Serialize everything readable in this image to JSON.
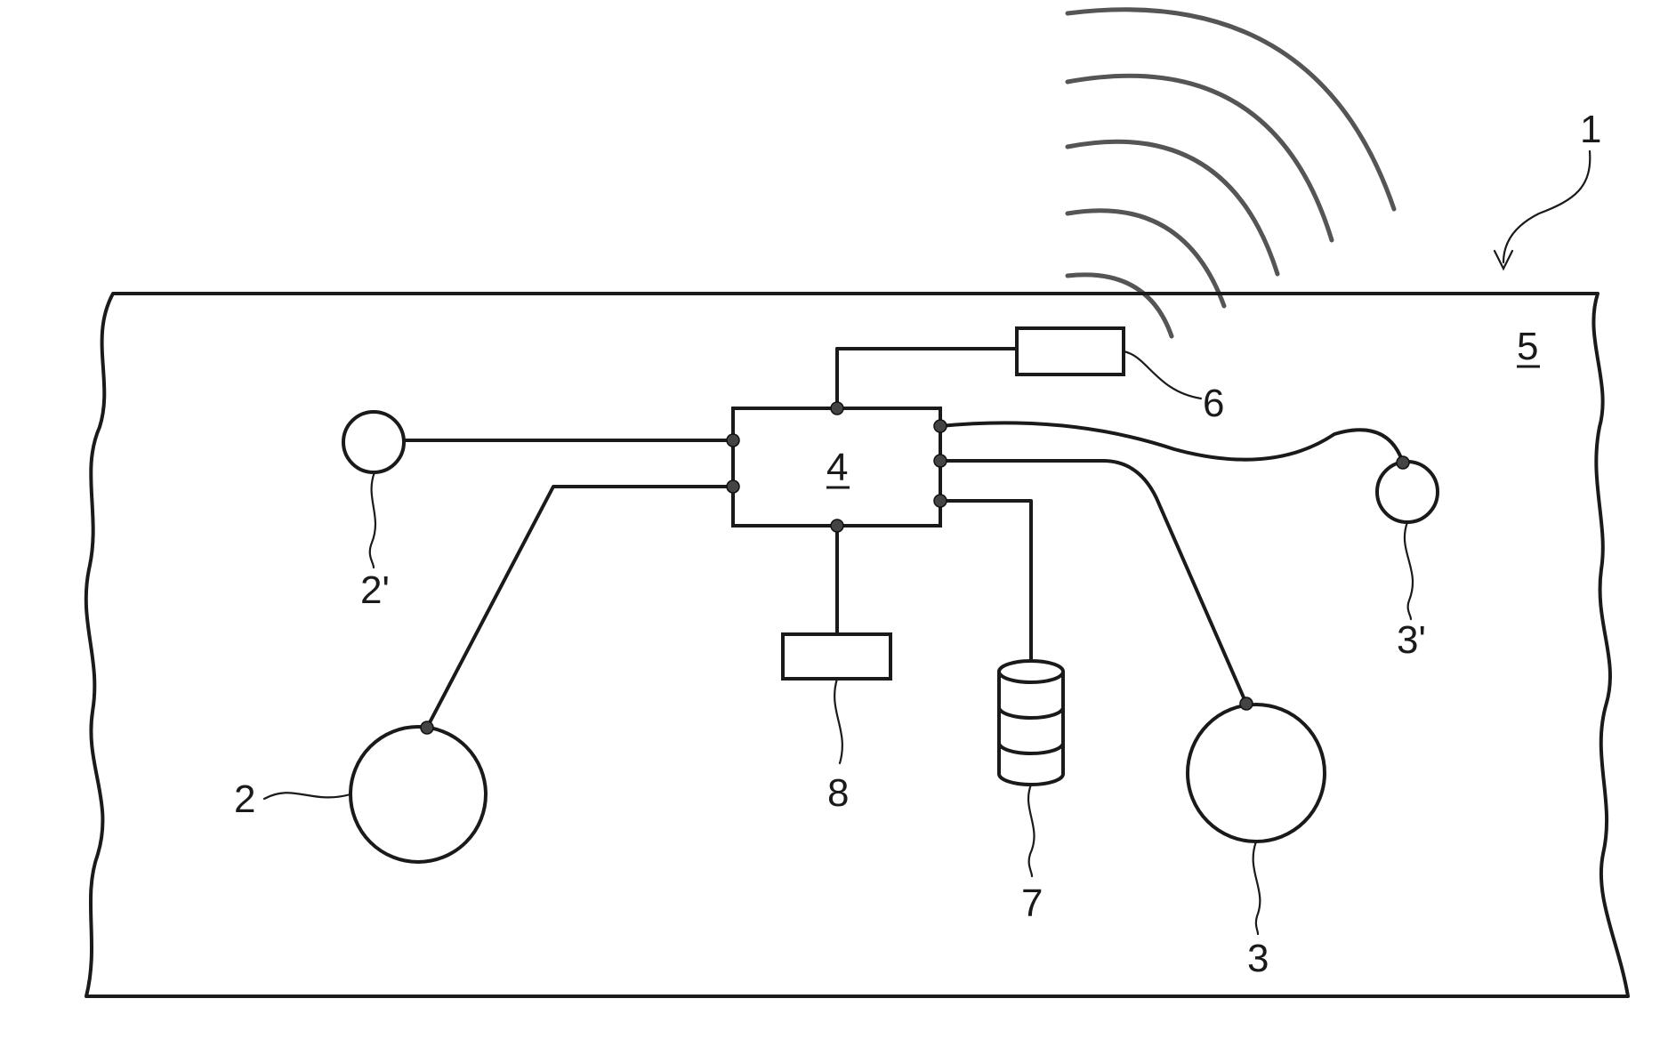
{
  "labels": {
    "system": "1",
    "sensor_large_left": "2",
    "sensor_small_left": "2'",
    "sensor_large_right": "3",
    "sensor_small_right": "3'",
    "control_unit": "4",
    "vehicle_body": "5",
    "transmitter": "6",
    "battery": "7",
    "module": "8"
  },
  "colors": {
    "line": "#1a1a1a",
    "wave": "#555555",
    "connector_dot": "#444444",
    "background": "#ffffff"
  }
}
